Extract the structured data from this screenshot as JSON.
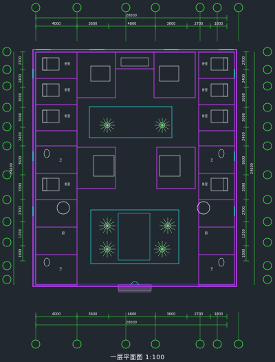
{
  "drawing": {
    "caption": "一层平面图 1:100",
    "colors": {
      "background": "#212830",
      "grid_circle": "#3cff3c",
      "wall": "#c040f0",
      "wall_inner": "#7a3cff",
      "accent": "#2fd0d0",
      "furniture": "#e8e8e8",
      "plant": "#9aff9a",
      "dim_line": "#3cff3c"
    },
    "top_dims": {
      "segments": [
        "4000",
        "3600",
        "4800",
        "3600",
        "2700",
        "1800"
      ],
      "total": "20000"
    },
    "bottom_dims": {
      "segments": [
        "4000",
        "3600",
        "4800",
        "3600",
        "2700",
        "1800"
      ],
      "total": "20000"
    },
    "left_dims": {
      "segments": [
        "2700",
        "2400",
        "3000",
        "3000",
        "2400",
        "3600",
        "3300",
        "2700",
        "1200",
        "1800"
      ],
      "total": "24600"
    },
    "right_dims": {
      "segments": [
        "2700",
        "2400",
        "3000",
        "3000",
        "2400",
        "3600",
        "3300",
        "2700",
        "1200",
        "1800"
      ],
      "total": "24600"
    },
    "room_labels": [
      "卧室",
      "卧室",
      "卧室",
      "卧室",
      "卧室",
      "卧室",
      "卧室",
      "卧室",
      "卫",
      "卫",
      "厨",
      "厨"
    ]
  }
}
